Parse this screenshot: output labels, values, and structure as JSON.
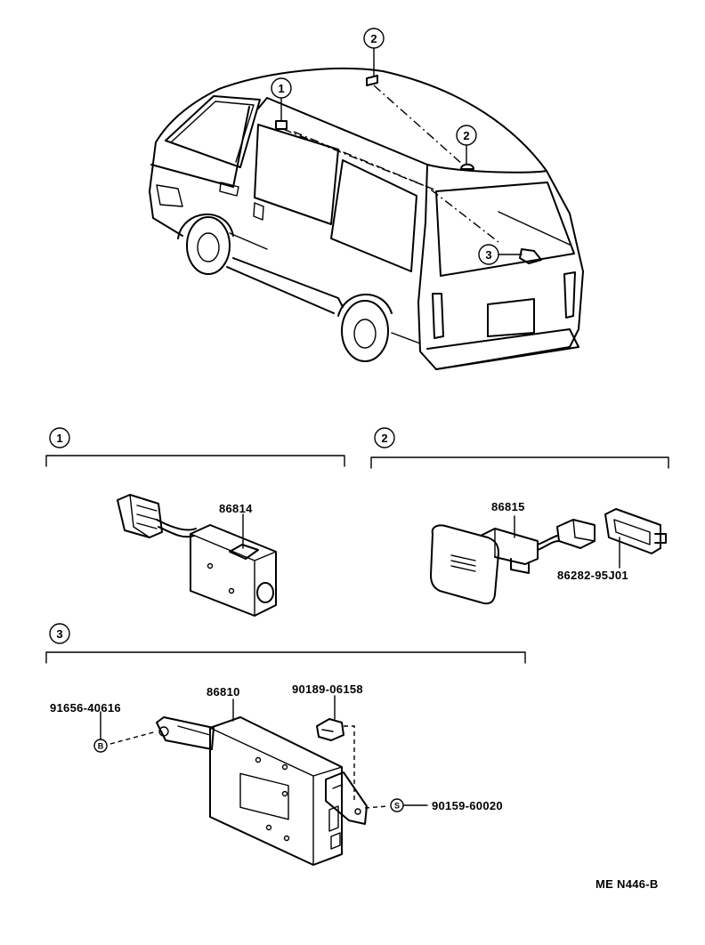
{
  "callouts": {
    "1": "1",
    "2": "2",
    "3": "3"
  },
  "parts": {
    "switch": "86814",
    "speaker": "86815",
    "bracket": "86282-95J01",
    "control_unit": "86810",
    "clip": "90189-06158",
    "bolt": "91656-40616",
    "screw": "90159-60020"
  },
  "symbols": {
    "bolt": "B",
    "screw": "S"
  },
  "footer": {
    "code": "ME  N446-B"
  }
}
